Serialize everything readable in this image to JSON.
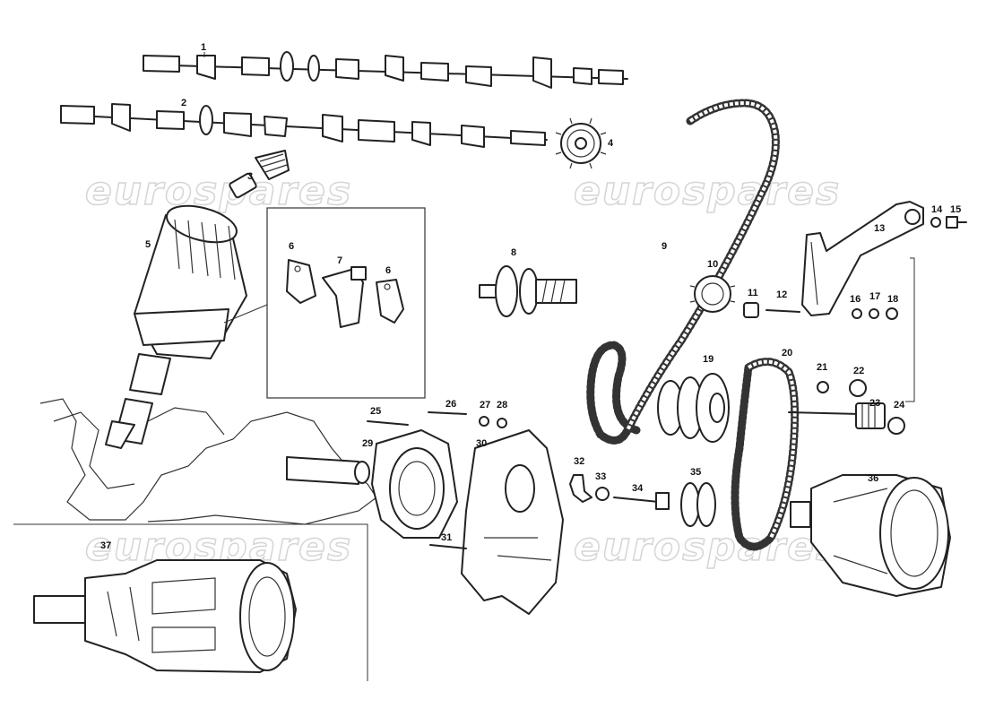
{
  "watermarks": [
    "eurospares",
    "eurospares",
    "eurospares",
    "eurospares"
  ],
  "callouts": [
    {
      "id": "c1",
      "label": "1"
    },
    {
      "id": "c2",
      "label": "2"
    },
    {
      "id": "c3",
      "label": "3"
    },
    {
      "id": "c4",
      "label": "4"
    },
    {
      "id": "c5",
      "label": "5"
    },
    {
      "id": "c6a",
      "label": "6"
    },
    {
      "id": "c7",
      "label": "7"
    },
    {
      "id": "c6b",
      "label": "6"
    },
    {
      "id": "c8",
      "label": "8"
    },
    {
      "id": "c9",
      "label": "9"
    },
    {
      "id": "c10",
      "label": "10"
    },
    {
      "id": "c11",
      "label": "11"
    },
    {
      "id": "c12",
      "label": "12"
    },
    {
      "id": "c13",
      "label": "13"
    },
    {
      "id": "c14",
      "label": "14"
    },
    {
      "id": "c15",
      "label": "15"
    },
    {
      "id": "c16",
      "label": "16"
    },
    {
      "id": "c17",
      "label": "17"
    },
    {
      "id": "c18",
      "label": "18"
    },
    {
      "id": "c19",
      "label": "19"
    },
    {
      "id": "c20",
      "label": "20"
    },
    {
      "id": "c21",
      "label": "21"
    },
    {
      "id": "c22",
      "label": "22"
    },
    {
      "id": "c23",
      "label": "23"
    },
    {
      "id": "c24",
      "label": "24"
    },
    {
      "id": "c25",
      "label": "25"
    },
    {
      "id": "c26",
      "label": "26"
    },
    {
      "id": "c27",
      "label": "27"
    },
    {
      "id": "c28",
      "label": "28"
    },
    {
      "id": "c29",
      "label": "29"
    },
    {
      "id": "c30",
      "label": "30"
    },
    {
      "id": "c31",
      "label": "31"
    },
    {
      "id": "c32",
      "label": "32"
    },
    {
      "id": "c33",
      "label": "33"
    },
    {
      "id": "c34",
      "label": "34"
    },
    {
      "id": "c35",
      "label": "35"
    },
    {
      "id": "c36",
      "label": "36"
    },
    {
      "id": "c37",
      "label": "37"
    }
  ]
}
